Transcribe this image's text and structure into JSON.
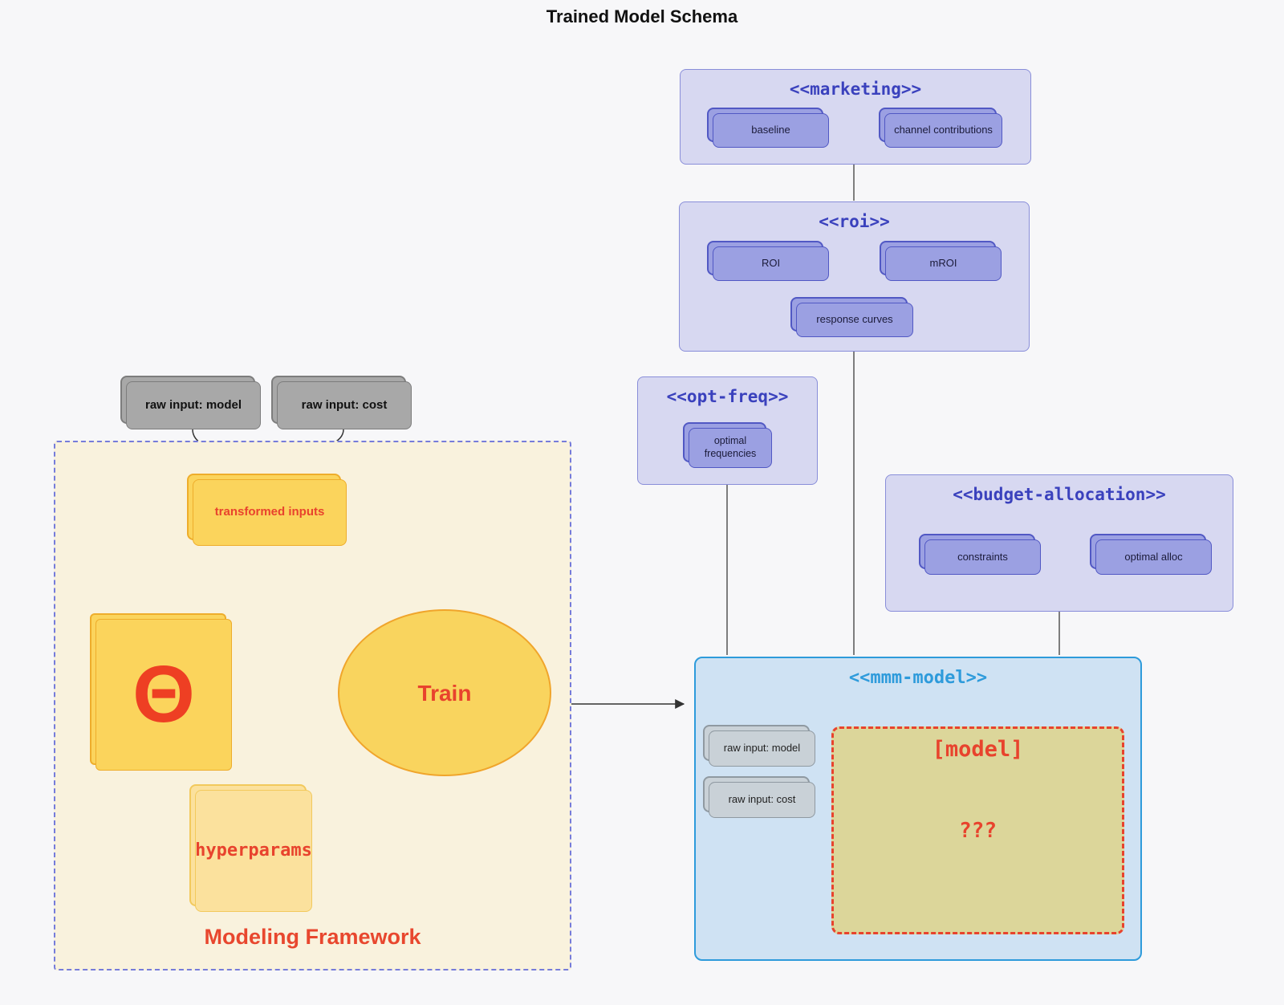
{
  "title": "Trained Model Schema",
  "marketing": {
    "title": "<<marketing>>",
    "baseline": "baseline",
    "channel_contributions": "channel contributions"
  },
  "roi": {
    "title": "<<roi>>",
    "roi": "ROI",
    "mroi": "mROI",
    "response_curves": "response curves"
  },
  "opt_freq": {
    "title": "<<opt-freq>>",
    "optimal_frequencies": "optimal frequencies"
  },
  "budget": {
    "title": "<<budget-allocation>>",
    "constraints": "constraints",
    "optimal_alloc": "optimal alloc"
  },
  "mmm": {
    "title": "<<mmm-model>>",
    "raw_input_model": "raw input: model",
    "raw_input_cost": "raw input: cost",
    "model_label": "[model]",
    "unknown": "???"
  },
  "framework": {
    "label": "Modeling Framework",
    "transformed_inputs": "transformed inputs",
    "theta": "Θ",
    "train": "Train",
    "hyperparams": "hyperparams"
  },
  "raw_inputs": {
    "model": "raw input: model",
    "cost": "raw input: cost"
  },
  "palette": {
    "background": "#f7f7f9",
    "purple_container_fill": "#d7d8f1",
    "purple_container_border": "#898ed9",
    "purple_node_fill": "#9ba0e2",
    "purple_node_border": "#5158c4",
    "purple_title_text": "#3a41bd",
    "connector_purple": "#5157c5",
    "connector_dark": "#333333",
    "red_accent": "#e8432d",
    "yellow_node_fill": "#fbd45c",
    "yellow_node_border": "#eead2b",
    "light_yellow_fill": "#fbe19d",
    "cream_container_fill": "#f9f2dd",
    "framework_border": "#767cda",
    "blue_container_fill": "#cfe2f3",
    "blue_border": "#2e9bdb",
    "khaki_fill": "#dcd69a",
    "gray_node_fill": "#a8a8a8",
    "light_gray_node_fill": "#c9d1d7"
  }
}
